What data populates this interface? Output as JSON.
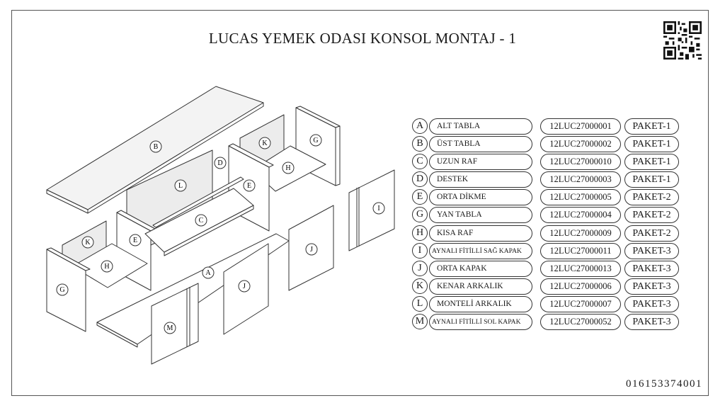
{
  "title": "LUCAS YEMEK ODASI KONSOL MONTAJ - 1",
  "qr_icon": "qr-code-icon",
  "doc_number": "016153374001",
  "part_labels": [
    "B",
    "K",
    "G",
    "D",
    "L",
    "E",
    "H",
    "C",
    "I",
    "K",
    "E",
    "H",
    "G",
    "A",
    "J",
    "J",
    "M"
  ],
  "parts": [
    {
      "letter": "A",
      "name": "ALT TABLA",
      "code": "12LUC27000001",
      "package": "PAKET-1"
    },
    {
      "letter": "B",
      "name": "ÜST TABLA",
      "code": "12LUC27000002",
      "package": "PAKET-1"
    },
    {
      "letter": "C",
      "name": "UZUN RAF",
      "code": "12LUC27000010",
      "package": "PAKET-1"
    },
    {
      "letter": "D",
      "name": "DESTEK",
      "code": "12LUC27000003",
      "package": "PAKET-1"
    },
    {
      "letter": "E",
      "name": "ORTA DİKME",
      "code": "12LUC27000005",
      "package": "PAKET-2"
    },
    {
      "letter": "G",
      "name": "YAN TABLA",
      "code": "12LUC27000004",
      "package": "PAKET-2"
    },
    {
      "letter": "H",
      "name": "KISA RAF",
      "code": "12LUC27000009",
      "package": "PAKET-2"
    },
    {
      "letter": "I",
      "name": "AYNALI FİTİLLİ SAĞ KAPAK",
      "code": "12LUC27000011",
      "package": "PAKET-3"
    },
    {
      "letter": "J",
      "name": "ORTA KAPAK",
      "code": "12LUC27000013",
      "package": "PAKET-3"
    },
    {
      "letter": "K",
      "name": "KENAR ARKALIK",
      "code": "12LUC27000006",
      "package": "PAKET-3"
    },
    {
      "letter": "L",
      "name": "MONTELİ ARKALIK",
      "code": "12LUC27000007",
      "package": "PAKET-3"
    },
    {
      "letter": "M",
      "name": "AYNALI FİTİLLİ SOL KAPAK",
      "code": "12LUC27000052",
      "package": "PAKET-3"
    }
  ]
}
